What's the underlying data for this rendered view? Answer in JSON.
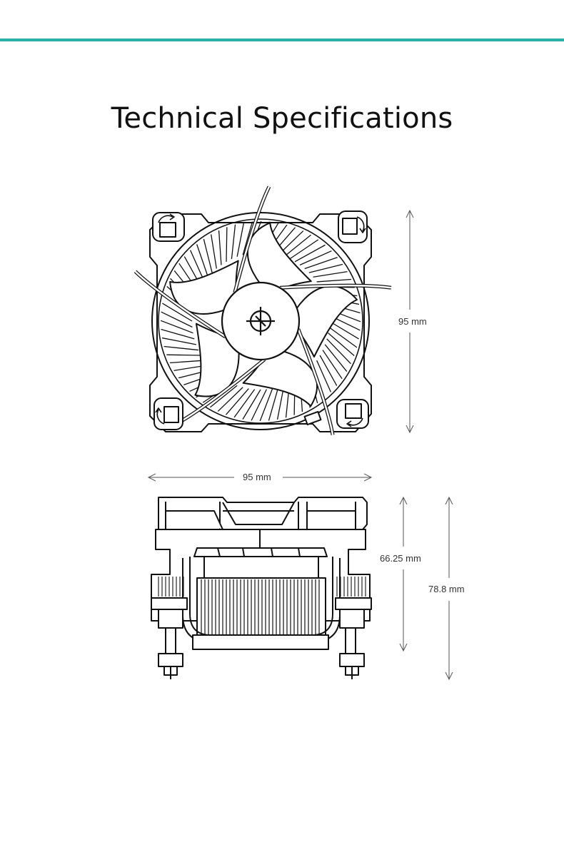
{
  "header": {
    "accent_color": "#21b3a5"
  },
  "title": "Technical Specifications",
  "dimensions": {
    "fan_height": "95 mm",
    "fan_width": "95 mm",
    "fin_height": "66.25 mm",
    "total_height": "78.8 mm"
  },
  "icons": [
    "fan-top-view",
    "heatsink-side-view",
    "brand-logo-icon",
    "rotate-arrow-icon"
  ]
}
